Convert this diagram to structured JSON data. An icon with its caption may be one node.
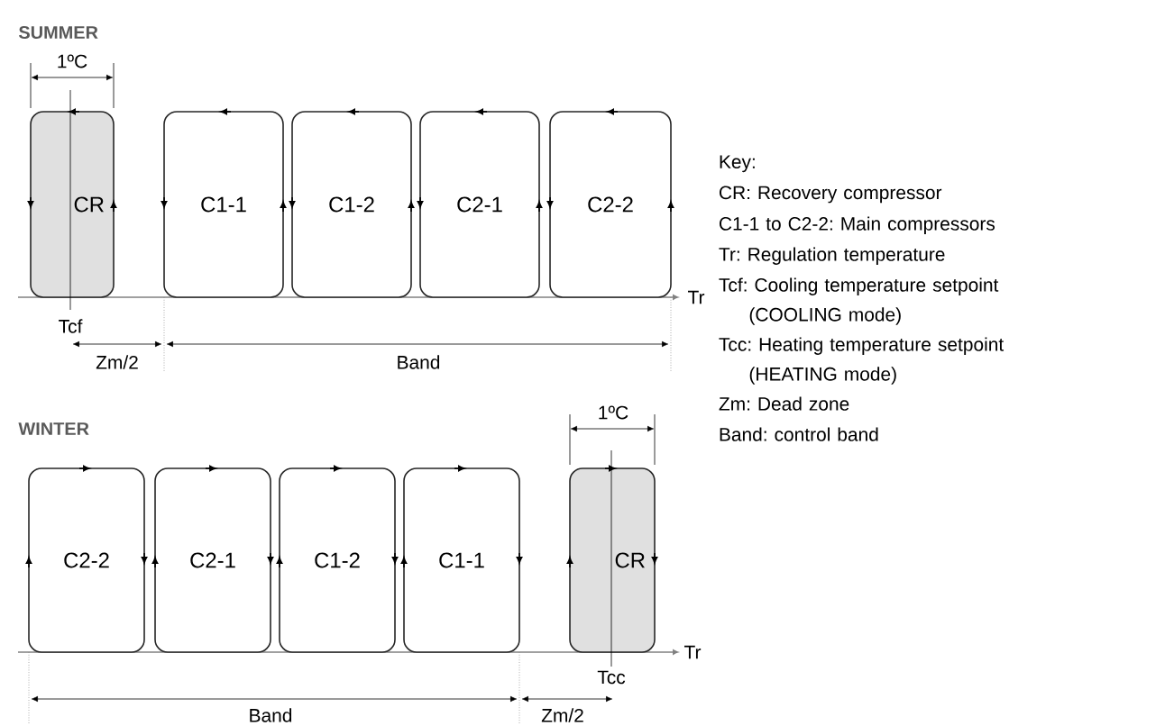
{
  "diagram": {
    "nodes": [
      {
        "text": [
          "CR"
        ]
      },
      {
        "text": [
          "C1-1"
        ]
      },
      {
        "text": [
          "C1-2"
        ]
      },
      {
        "text": [
          "C2-1"
        ]
      },
      {
        "text": [
          "C2-2"
        ]
      },
      {
        "text": [
          "C2-2"
        ]
      },
      {
        "text": [
          "C2-1"
        ]
      },
      {
        "text": [
          "C1-2"
        ]
      },
      {
        "text": [
          "C1-1"
        ]
      },
      {
        "text": [
          "CR"
        ]
      }
    ],
    "labels": [
      "SUMMER",
      "1ºC",
      "Tr",
      "Tcf",
      "Zm/2",
      "Band",
      "WINTER",
      "1ºC",
      "Tr",
      "Tcc",
      "Band",
      "Zm/2",
      "Key:",
      "CR: Recovery compressor",
      "C1-1 to C2-2: Main compressors",
      "Tr: Regulation temperature",
      "Tcf: Cooling temperature setpoint (COOLING mode)",
      "Tcc: Heating temperature setpoint (HEATING mode)",
      "Zm: Dead zone",
      "Band: control band"
    ]
  }
}
